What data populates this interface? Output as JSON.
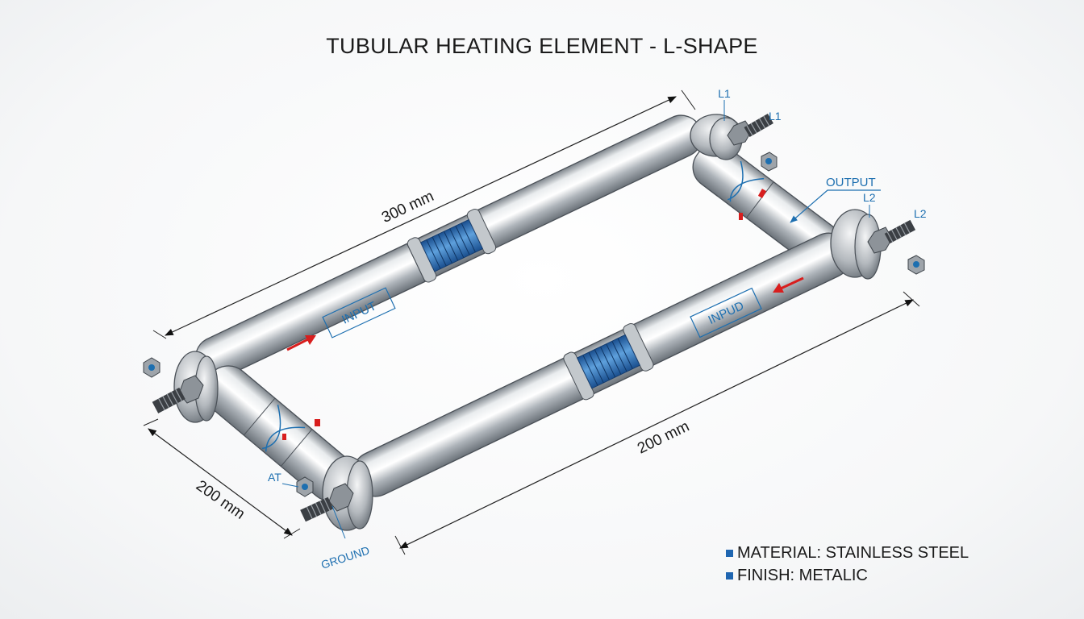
{
  "title": "TUBULAR HEATING ELEMENT - L-SHAPE",
  "dimensions": {
    "top_length": "300 mm",
    "bottom_length": "200 mm",
    "left_width": "200 mm"
  },
  "labels": {
    "l1_top": "L1",
    "l1_side": "L1",
    "output": "OUTPUT",
    "l2_left": "L2",
    "l2_right": "L2",
    "input_left": "INPUT",
    "input_right": "INPUD",
    "at": "AT",
    "ground": "GROUND"
  },
  "legend": [
    {
      "text": "MATERIAL: STAINLESS STEEL"
    },
    {
      "text": "FINISH: METALIC"
    }
  ],
  "colors": {
    "accent": "#1f66b1",
    "arrow": "#d81e1e",
    "steel": "#b8bdc2"
  }
}
